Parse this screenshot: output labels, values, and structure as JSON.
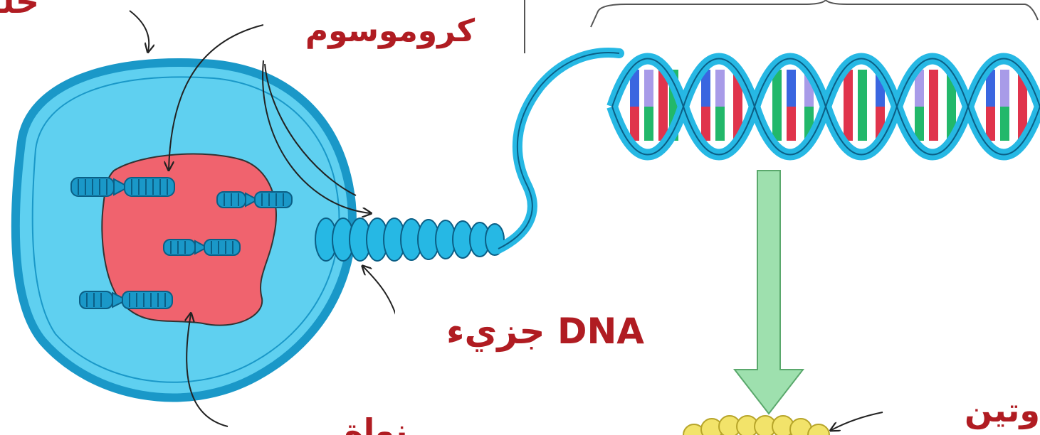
{
  "labels": {
    "cell": "خلية",
    "chromosome": "كروموسوم",
    "dna_molecule": "جزيء DNA",
    "nucleus": "نواة",
    "protein": "وتين"
  },
  "colors": {
    "label_text": "#b01c22",
    "cell_fill": "#5fd0f0",
    "cell_outline": "#1a98c8",
    "nucleus_fill": "#f0636e",
    "helix_backbone": "#26b8e4",
    "arrow_fill": "#9ee0ae",
    "protein_fill": "#f2e36a",
    "base_colors": [
      "#e0344c",
      "#22b86a",
      "#3a66e0",
      "#a89be8"
    ]
  },
  "icons": {
    "annotation": "curved-arrow-icon",
    "process": "down-arrow-icon"
  }
}
